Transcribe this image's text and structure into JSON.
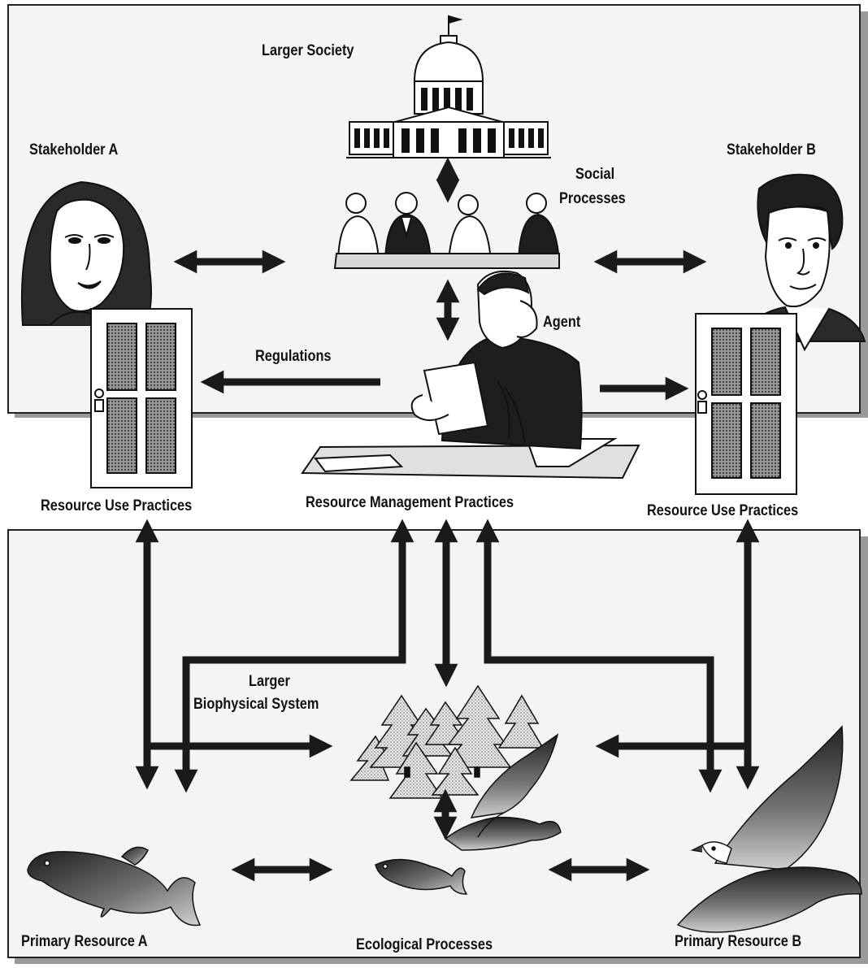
{
  "diagram": {
    "labels": {
      "larger_society": "Larger Society",
      "stakeholder_a": "Stakeholder A",
      "stakeholder_b": "Stakeholder B",
      "social_processes_line1": "Social",
      "social_processes_line2": "Processes",
      "agent": "Agent",
      "regulations": "Regulations",
      "resource_use_practices_left": "Resource Use Practices",
      "resource_management_practices": "Resource Management Practices",
      "resource_use_practices_right": "Resource Use Practices",
      "larger_biophysical_line1": "Larger",
      "larger_biophysical_line2": "Biophysical System",
      "primary_resource_a": "Primary Resource A",
      "ecological_processes": "Ecological Processes",
      "primary_resource_b": "Primary Resource B"
    },
    "colors": {
      "panel_fill": "#f4f4f4",
      "panel_border": "#222222",
      "shadow": "#9a9a9a",
      "arrow": "#1a1a1a",
      "figure_dark": "#2a2a2a",
      "figure_mid": "#8c8c8c",
      "figure_light": "#d6d6d6"
    },
    "icons": [
      "capitol-building-icon",
      "meeting-table-icon",
      "woman-portrait-icon",
      "man-portrait-icon",
      "agent-at-desk-icon",
      "door-icon",
      "forest-icon",
      "fish-icon",
      "eagle-icon",
      "small-fish-icon"
    ]
  }
}
